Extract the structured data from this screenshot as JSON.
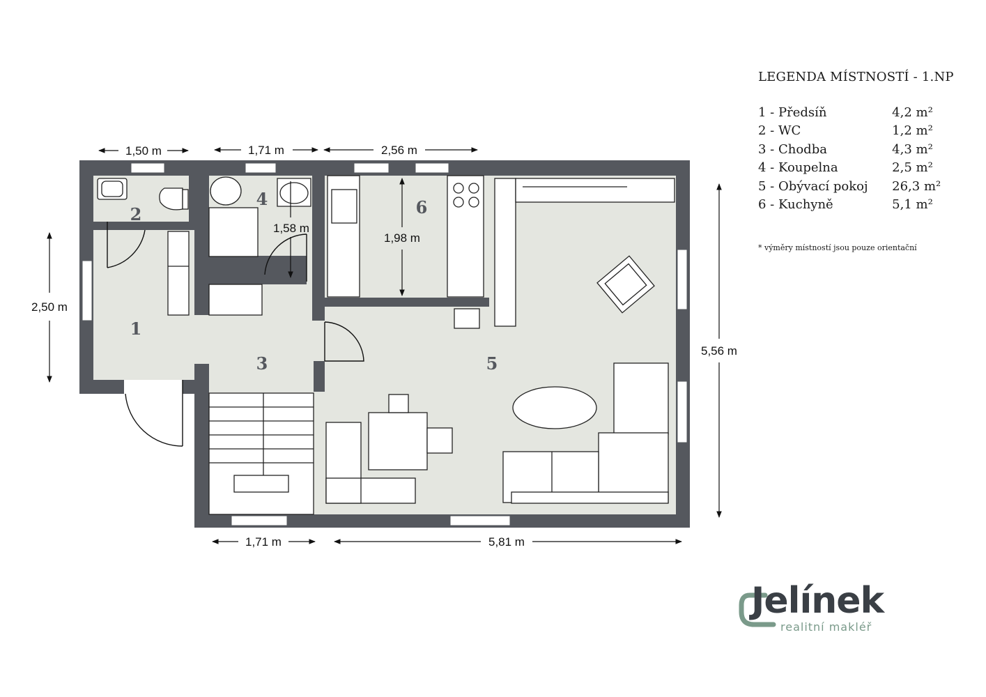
{
  "dimensions": {
    "top_left": "1,50 m",
    "top_mid": "1,71 m",
    "top_right": "2,56 m",
    "left": "2,50 m",
    "right": "5,56 m",
    "bottom_left": "1,71 m",
    "bottom_right": "5,81 m",
    "bathroom_inner": "1,58 m",
    "kitchen_inner": "1,98 m"
  },
  "rooms": {
    "r1": "1",
    "r2": "2",
    "r3": "3",
    "r4": "4",
    "r5": "5",
    "r6": "6"
  },
  "legend": {
    "title": "LEGENDA MÍSTNOSTÍ - 1.NP",
    "items": [
      {
        "name": "1 - Předsíň",
        "area": "4,2 m²"
      },
      {
        "name": "2 - WC",
        "area": "1,2 m²"
      },
      {
        "name": "3 - Chodba",
        "area": "4,3 m²"
      },
      {
        "name": "4 - Koupelna",
        "area": "2,5 m²"
      },
      {
        "name": "5 - Obývací pokoj",
        "area": "26,3 m²"
      },
      {
        "name": "6 - Kuchyně",
        "area": "5,1 m²"
      }
    ],
    "note": "*  výměry místností jsou pouze orientační"
  },
  "logo": {
    "name": "Jelínek",
    "subtitle": "realitní makléř"
  },
  "colors": {
    "wall": "#55585e",
    "floor": "#e4e6e0",
    "furniture": "#ffffff",
    "logo_accent": "#7a9a8a"
  }
}
